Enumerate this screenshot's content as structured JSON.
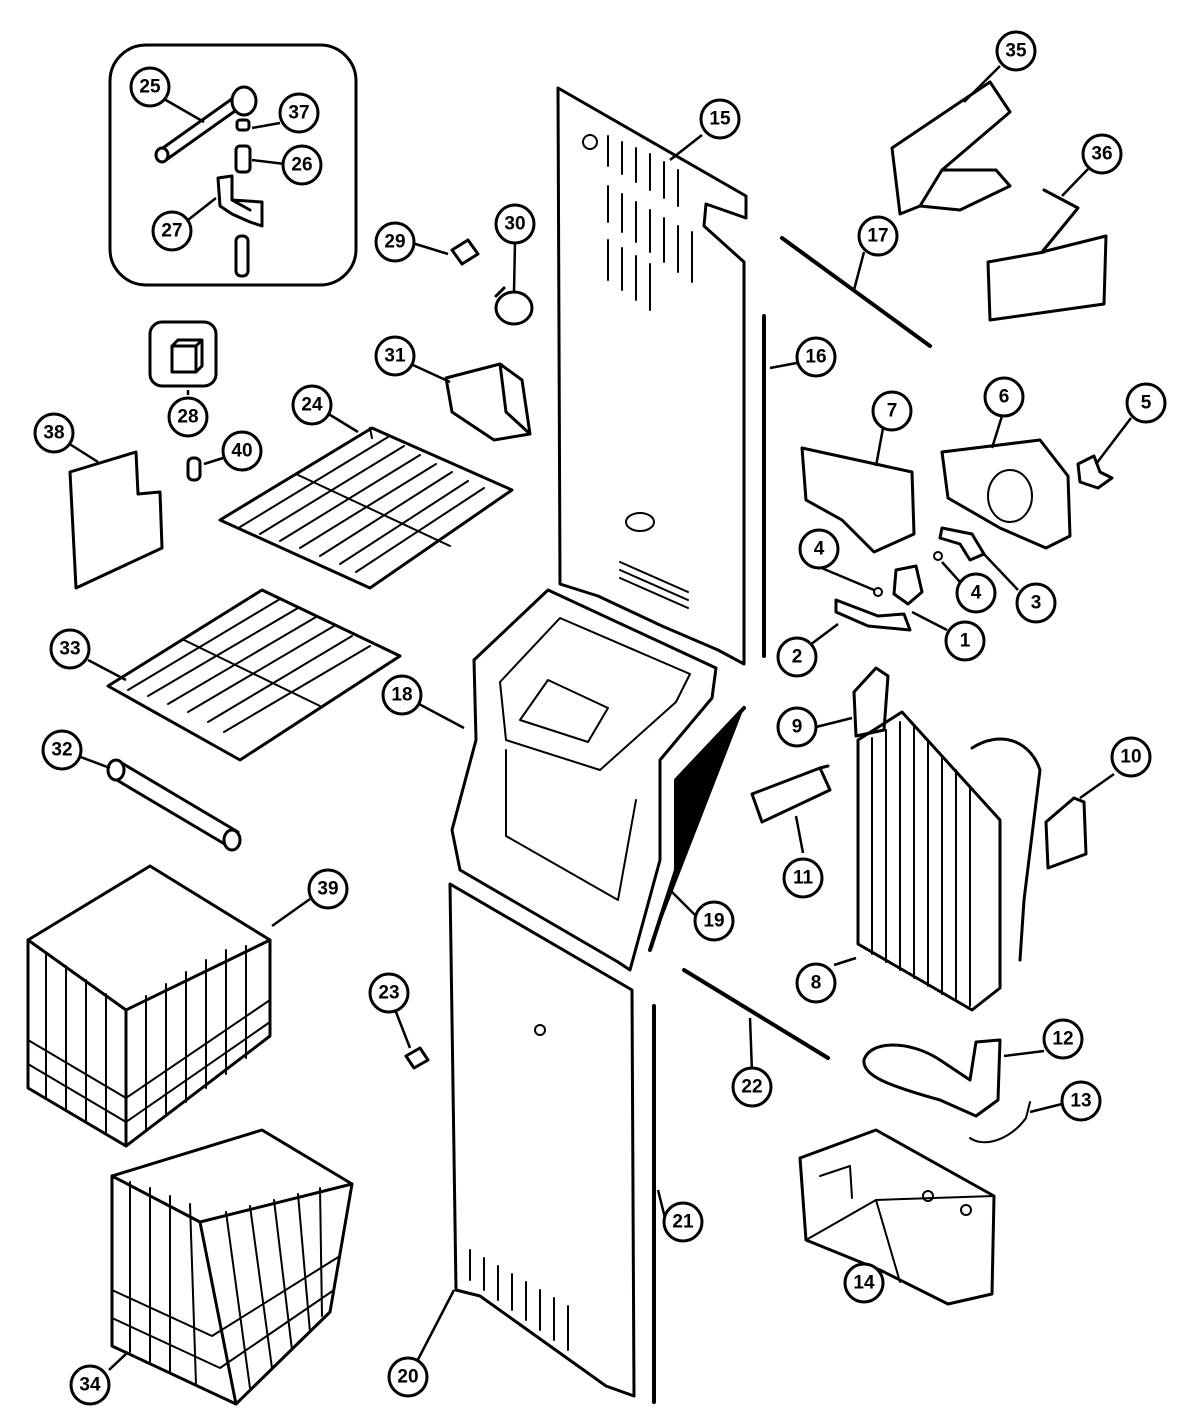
{
  "callouts": [
    {
      "id": "c1",
      "label": "1"
    },
    {
      "id": "c2",
      "label": "2"
    },
    {
      "id": "c3",
      "label": "3"
    },
    {
      "id": "c4a",
      "label": "4"
    },
    {
      "id": "c4b",
      "label": "4"
    },
    {
      "id": "c5",
      "label": "5"
    },
    {
      "id": "c6",
      "label": "6"
    },
    {
      "id": "c7",
      "label": "7"
    },
    {
      "id": "c8",
      "label": "8"
    },
    {
      "id": "c9",
      "label": "9"
    },
    {
      "id": "c10",
      "label": "10"
    },
    {
      "id": "c11",
      "label": "11"
    },
    {
      "id": "c12",
      "label": "12"
    },
    {
      "id": "c13",
      "label": "13"
    },
    {
      "id": "c14",
      "label": "14"
    },
    {
      "id": "c15",
      "label": "15"
    },
    {
      "id": "c16",
      "label": "16"
    },
    {
      "id": "c17",
      "label": "17"
    },
    {
      "id": "c18",
      "label": "18"
    },
    {
      "id": "c19",
      "label": "19"
    },
    {
      "id": "c20",
      "label": "20"
    },
    {
      "id": "c21",
      "label": "21"
    },
    {
      "id": "c22",
      "label": "22"
    },
    {
      "id": "c23",
      "label": "23"
    },
    {
      "id": "c24",
      "label": "24"
    },
    {
      "id": "c25",
      "label": "25"
    },
    {
      "id": "c26",
      "label": "26"
    },
    {
      "id": "c27",
      "label": "27"
    },
    {
      "id": "c28",
      "label": "28"
    },
    {
      "id": "c29",
      "label": "29"
    },
    {
      "id": "c30",
      "label": "30"
    },
    {
      "id": "c31",
      "label": "31"
    },
    {
      "id": "c32",
      "label": "32"
    },
    {
      "id": "c33",
      "label": "33"
    },
    {
      "id": "c34",
      "label": "34"
    },
    {
      "id": "c35",
      "label": "35"
    },
    {
      "id": "c36",
      "label": "36"
    },
    {
      "id": "c37",
      "label": "37"
    },
    {
      "id": "c38",
      "label": "38"
    },
    {
      "id": "c39",
      "label": "39"
    },
    {
      "id": "c40",
      "label": "40"
    }
  ]
}
